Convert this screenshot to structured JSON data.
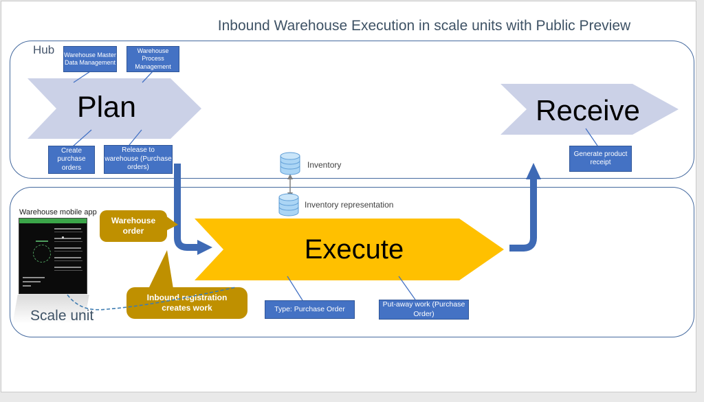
{
  "title": "Inbound Warehouse Execution in scale units with Public Preview",
  "hub": {
    "label": "Hub",
    "master_data_box": "Warehouse Master Data Management",
    "process_box": "Warehouse Process Management",
    "plan_chevron": "Plan",
    "receive_chevron": "Receive",
    "create_po_box": "Create purchase orders",
    "release_box": "Release to warehouse (Purchase orders)",
    "generate_receipt_box": "Generate product receipt",
    "inventory_label": "Inventory"
  },
  "scale_unit": {
    "label": "Scale unit",
    "mobile_app_label": "Warehouse mobile app",
    "execute_chevron": "Execute",
    "warehouse_order_callout": "Warehouse order",
    "inbound_registration_callout": "Inbound registration creates work",
    "type_po_box": "Type: Purchase Order",
    "putaway_box": "Put-away work (Purchase Order)",
    "inventory_representation_label": "Inventory representation"
  },
  "icons": {
    "inventory": "database-icon",
    "inventory_representation": "database-icon",
    "sync": "double-headed-arrow-icon"
  },
  "colors": {
    "accent_blue": "#4472C4",
    "box_border_blue": "#2F5597",
    "chevron_light": "#CBD1E7",
    "execute_gold": "#FFC000",
    "callout_gold": "#BF9000",
    "container_border": "#44699E",
    "title_text": "#3E5265",
    "arrow_blue": "#3E6AB5",
    "dashed_line": "#3E7CB1",
    "database_fill": "#ABD5F5",
    "database_stroke": "#5B9BD5",
    "mobile_header_green": "#3BA549"
  }
}
